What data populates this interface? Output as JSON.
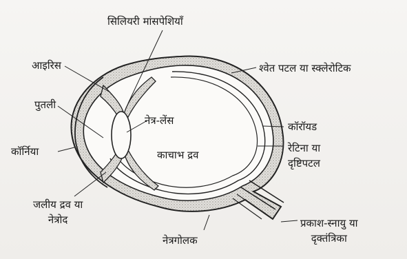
{
  "diagram": {
    "labels": {
      "ciliary_muscles": "सिलियरी मांसपेशियाँ",
      "sclera": "श्वेत पटल या स्क्लेरोटिक",
      "iris": "आइरिस",
      "pupil": "पुतली",
      "lens": "नेत्र-लेंस",
      "cornea": "कॉर्निया",
      "vitreous_humor": "काचाभ द्रव",
      "choroid": "कॉरॉयड",
      "retina_line1": "रेटिना या",
      "retina_line2": "दृष्टिपटल",
      "aqueous_humor_line1": "जलीय द्रव या",
      "aqueous_humor_line2": "नेत्रोद",
      "optic_nerve_line1": "प्रकाश-स्नायु या",
      "optic_nerve_line2": "दृक्तंत्रिका",
      "eyeball": "नेत्रगोलक"
    },
    "colors": {
      "stroke": "#222222",
      "tissue_fill": "#cfcdc8",
      "chamber_fill": "#fbfaf8"
    }
  }
}
